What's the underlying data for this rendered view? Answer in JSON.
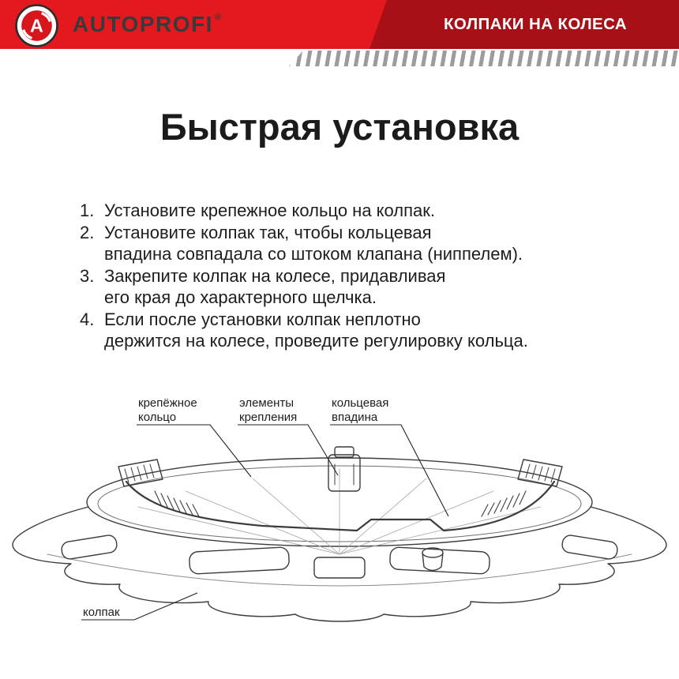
{
  "header": {
    "brand": "AUTOPROFI",
    "reg": "®",
    "logo_letter": "A",
    "category": "КОЛПАКИ НА КОЛЕСА"
  },
  "title": "Быстрая установка",
  "steps": [
    {
      "num": "1.",
      "line1": "Установите крепежное кольцо на колпак.",
      "line2": ""
    },
    {
      "num": "2.",
      "line1": "Установите колпак так, чтобы кольцевая",
      "line2": "впадина совпадала со штоком клапана (ниппелем)."
    },
    {
      "num": "3.",
      "line1": "Закрепите колпак на колесе, придавливая",
      "line2": "его края до характерного щелчка."
    },
    {
      "num": "4.",
      "line1": "Если после установки колпак неплотно",
      "line2": "держится на колесе, проведите регулировку кольца."
    }
  ],
  "diagram": {
    "label_ring_1": "крепёжное",
    "label_ring_2": "кольцо",
    "label_clips_1": "элементы",
    "label_clips_2": "крепления",
    "label_groove_1": "кольцевая",
    "label_groove_2": "впадина",
    "label_cap": "колпак"
  },
  "colors": {
    "brand_red": "#e4191f",
    "dark_red": "#a61016",
    "hatch_gray": "#9c9c9c",
    "text_dark": "#1d1d1d"
  }
}
